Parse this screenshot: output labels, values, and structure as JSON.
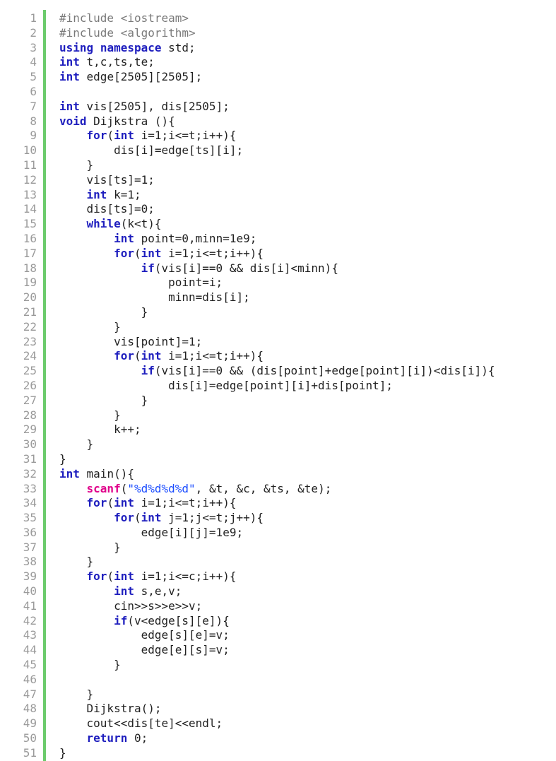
{
  "editor": {
    "lines": [
      {
        "n": "1",
        "tokens": [
          {
            "t": "#include <iostream>",
            "c": "pp"
          }
        ]
      },
      {
        "n": "2",
        "tokens": [
          {
            "t": "#include <algorithm>",
            "c": "pp"
          }
        ]
      },
      {
        "n": "3",
        "tokens": [
          {
            "t": "using",
            "c": "kw"
          },
          {
            "t": " ",
            "c": "pl"
          },
          {
            "t": "namespace",
            "c": "kw"
          },
          {
            "t": " std;",
            "c": "pl"
          }
        ]
      },
      {
        "n": "4",
        "tokens": [
          {
            "t": "int",
            "c": "kw"
          },
          {
            "t": " t,c,ts,te;",
            "c": "pl"
          }
        ]
      },
      {
        "n": "5",
        "tokens": [
          {
            "t": "int",
            "c": "kw"
          },
          {
            "t": " edge[2505][2505];",
            "c": "pl"
          }
        ]
      },
      {
        "n": "6",
        "tokens": []
      },
      {
        "n": "7",
        "tokens": [
          {
            "t": "int",
            "c": "kw"
          },
          {
            "t": " vis[2505], dis[2505];",
            "c": "pl"
          }
        ]
      },
      {
        "n": "8",
        "tokens": [
          {
            "t": "void",
            "c": "kw"
          },
          {
            "t": " Dijkstra (){",
            "c": "pl"
          }
        ]
      },
      {
        "n": "9",
        "tokens": [
          {
            "t": "    ",
            "c": "pl"
          },
          {
            "t": "for",
            "c": "kw"
          },
          {
            "t": "(",
            "c": "pl"
          },
          {
            "t": "int",
            "c": "kw"
          },
          {
            "t": " i=1;i<=t;i++){",
            "c": "pl"
          }
        ]
      },
      {
        "n": "10",
        "tokens": [
          {
            "t": "        dis[i]=edge[ts][i];",
            "c": "pl"
          }
        ]
      },
      {
        "n": "11",
        "tokens": [
          {
            "t": "    }",
            "c": "pl"
          }
        ]
      },
      {
        "n": "12",
        "tokens": [
          {
            "t": "    vis[ts]=1;",
            "c": "pl"
          }
        ]
      },
      {
        "n": "13",
        "tokens": [
          {
            "t": "    ",
            "c": "pl"
          },
          {
            "t": "int",
            "c": "kw"
          },
          {
            "t": " k=1;",
            "c": "pl"
          }
        ]
      },
      {
        "n": "14",
        "tokens": [
          {
            "t": "    dis[ts]=0;",
            "c": "pl"
          }
        ]
      },
      {
        "n": "15",
        "tokens": [
          {
            "t": "    ",
            "c": "pl"
          },
          {
            "t": "while",
            "c": "kw"
          },
          {
            "t": "(k<t){",
            "c": "pl"
          }
        ]
      },
      {
        "n": "16",
        "tokens": [
          {
            "t": "        ",
            "c": "pl"
          },
          {
            "t": "int",
            "c": "kw"
          },
          {
            "t": " point=0,minn=1e9;",
            "c": "pl"
          }
        ]
      },
      {
        "n": "17",
        "tokens": [
          {
            "t": "        ",
            "c": "pl"
          },
          {
            "t": "for",
            "c": "kw"
          },
          {
            "t": "(",
            "c": "pl"
          },
          {
            "t": "int",
            "c": "kw"
          },
          {
            "t": " i=1;i<=t;i++){",
            "c": "pl"
          }
        ]
      },
      {
        "n": "18",
        "tokens": [
          {
            "t": "            ",
            "c": "pl"
          },
          {
            "t": "if",
            "c": "kw"
          },
          {
            "t": "(vis[i]==0 && dis[i]<minn){",
            "c": "pl"
          }
        ]
      },
      {
        "n": "19",
        "tokens": [
          {
            "t": "                point=i;",
            "c": "pl"
          }
        ]
      },
      {
        "n": "20",
        "tokens": [
          {
            "t": "                minn=dis[i];",
            "c": "pl"
          }
        ]
      },
      {
        "n": "21",
        "tokens": [
          {
            "t": "            }",
            "c": "pl"
          }
        ]
      },
      {
        "n": "22",
        "tokens": [
          {
            "t": "        }",
            "c": "pl"
          }
        ]
      },
      {
        "n": "23",
        "tokens": [
          {
            "t": "        vis[point]=1;",
            "c": "pl"
          }
        ]
      },
      {
        "n": "24",
        "tokens": [
          {
            "t": "        ",
            "c": "pl"
          },
          {
            "t": "for",
            "c": "kw"
          },
          {
            "t": "(",
            "c": "pl"
          },
          {
            "t": "int",
            "c": "kw"
          },
          {
            "t": " i=1;i<=t;i++){",
            "c": "pl"
          }
        ]
      },
      {
        "n": "25",
        "tokens": [
          {
            "t": "            ",
            "c": "pl"
          },
          {
            "t": "if",
            "c": "kw"
          },
          {
            "t": "(vis[i]==0 && (dis[point]+edge[point][i])<dis[i]){",
            "c": "pl"
          }
        ]
      },
      {
        "n": "26",
        "tokens": [
          {
            "t": "                dis[i]=edge[point][i]+dis[point];",
            "c": "pl"
          }
        ]
      },
      {
        "n": "27",
        "tokens": [
          {
            "t": "            }",
            "c": "pl"
          }
        ]
      },
      {
        "n": "28",
        "tokens": [
          {
            "t": "        }",
            "c": "pl"
          }
        ]
      },
      {
        "n": "29",
        "tokens": [
          {
            "t": "        k++;",
            "c": "pl"
          }
        ]
      },
      {
        "n": "30",
        "tokens": [
          {
            "t": "    }",
            "c": "pl"
          }
        ]
      },
      {
        "n": "31",
        "tokens": [
          {
            "t": "}",
            "c": "pl"
          }
        ]
      },
      {
        "n": "32",
        "tokens": [
          {
            "t": "int",
            "c": "kw"
          },
          {
            "t": " main(){",
            "c": "pl"
          }
        ]
      },
      {
        "n": "33",
        "tokens": [
          {
            "t": "    ",
            "c": "pl"
          },
          {
            "t": "scanf",
            "c": "fn"
          },
          {
            "t": "(",
            "c": "pl"
          },
          {
            "t": "\"%d%d%d%d\"",
            "c": "st"
          },
          {
            "t": ", &t, &c, &ts, &te);",
            "c": "pl"
          }
        ]
      },
      {
        "n": "34",
        "tokens": [
          {
            "t": "    ",
            "c": "pl"
          },
          {
            "t": "for",
            "c": "kw"
          },
          {
            "t": "(",
            "c": "pl"
          },
          {
            "t": "int",
            "c": "kw"
          },
          {
            "t": " i=1;i<=t;i++){",
            "c": "pl"
          }
        ]
      },
      {
        "n": "35",
        "tokens": [
          {
            "t": "        ",
            "c": "pl"
          },
          {
            "t": "for",
            "c": "kw"
          },
          {
            "t": "(",
            "c": "pl"
          },
          {
            "t": "int",
            "c": "kw"
          },
          {
            "t": " j=1;j<=t;j++){",
            "c": "pl"
          }
        ]
      },
      {
        "n": "36",
        "tokens": [
          {
            "t": "            edge[i][j]=1e9;",
            "c": "pl"
          }
        ]
      },
      {
        "n": "37",
        "tokens": [
          {
            "t": "        }",
            "c": "pl"
          }
        ]
      },
      {
        "n": "38",
        "tokens": [
          {
            "t": "    }",
            "c": "pl"
          }
        ]
      },
      {
        "n": "39",
        "tokens": [
          {
            "t": "    ",
            "c": "pl"
          },
          {
            "t": "for",
            "c": "kw"
          },
          {
            "t": "(",
            "c": "pl"
          },
          {
            "t": "int",
            "c": "kw"
          },
          {
            "t": " i=1;i<=c;i++){",
            "c": "pl"
          }
        ]
      },
      {
        "n": "40",
        "tokens": [
          {
            "t": "        ",
            "c": "pl"
          },
          {
            "t": "int",
            "c": "kw"
          },
          {
            "t": " s,e,v;",
            "c": "pl"
          }
        ]
      },
      {
        "n": "41",
        "tokens": [
          {
            "t": "        cin>>s>>e>>v;",
            "c": "pl"
          }
        ]
      },
      {
        "n": "42",
        "tokens": [
          {
            "t": "        ",
            "c": "pl"
          },
          {
            "t": "if",
            "c": "kw"
          },
          {
            "t": "(v<edge[s][e]){",
            "c": "pl"
          }
        ]
      },
      {
        "n": "43",
        "tokens": [
          {
            "t": "            edge[s][e]=v;",
            "c": "pl"
          }
        ]
      },
      {
        "n": "44",
        "tokens": [
          {
            "t": "            edge[e][s]=v;",
            "c": "pl"
          }
        ]
      },
      {
        "n": "45",
        "tokens": [
          {
            "t": "        }",
            "c": "pl"
          }
        ]
      },
      {
        "n": "46",
        "tokens": []
      },
      {
        "n": "47",
        "tokens": [
          {
            "t": "    }",
            "c": "pl"
          }
        ]
      },
      {
        "n": "48",
        "tokens": [
          {
            "t": "    Dijkstra();",
            "c": "pl"
          }
        ]
      },
      {
        "n": "49",
        "tokens": [
          {
            "t": "    cout<<dis[te]<<endl;",
            "c": "pl"
          }
        ]
      },
      {
        "n": "50",
        "tokens": [
          {
            "t": "    ",
            "c": "pl"
          },
          {
            "t": "return",
            "c": "kw"
          },
          {
            "t": " 0;",
            "c": "pl"
          }
        ]
      },
      {
        "n": "51",
        "tokens": [
          {
            "t": "}",
            "c": "pl"
          }
        ]
      }
    ]
  }
}
